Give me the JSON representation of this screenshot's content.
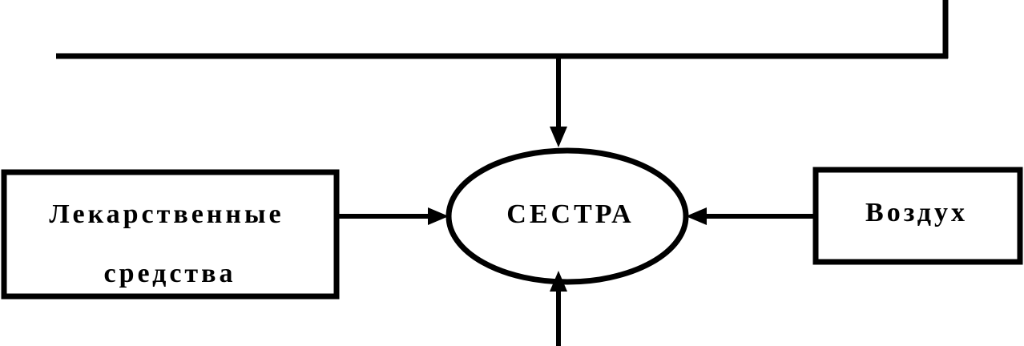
{
  "nodes": {
    "center": {
      "label": "СЕСТРА"
    },
    "left": {
      "line1": "Лекарственные",
      "line2": "средства"
    },
    "right": {
      "label": "Воздух"
    }
  },
  "colors": {
    "stroke": "#000000",
    "background": "#ffffff"
  }
}
